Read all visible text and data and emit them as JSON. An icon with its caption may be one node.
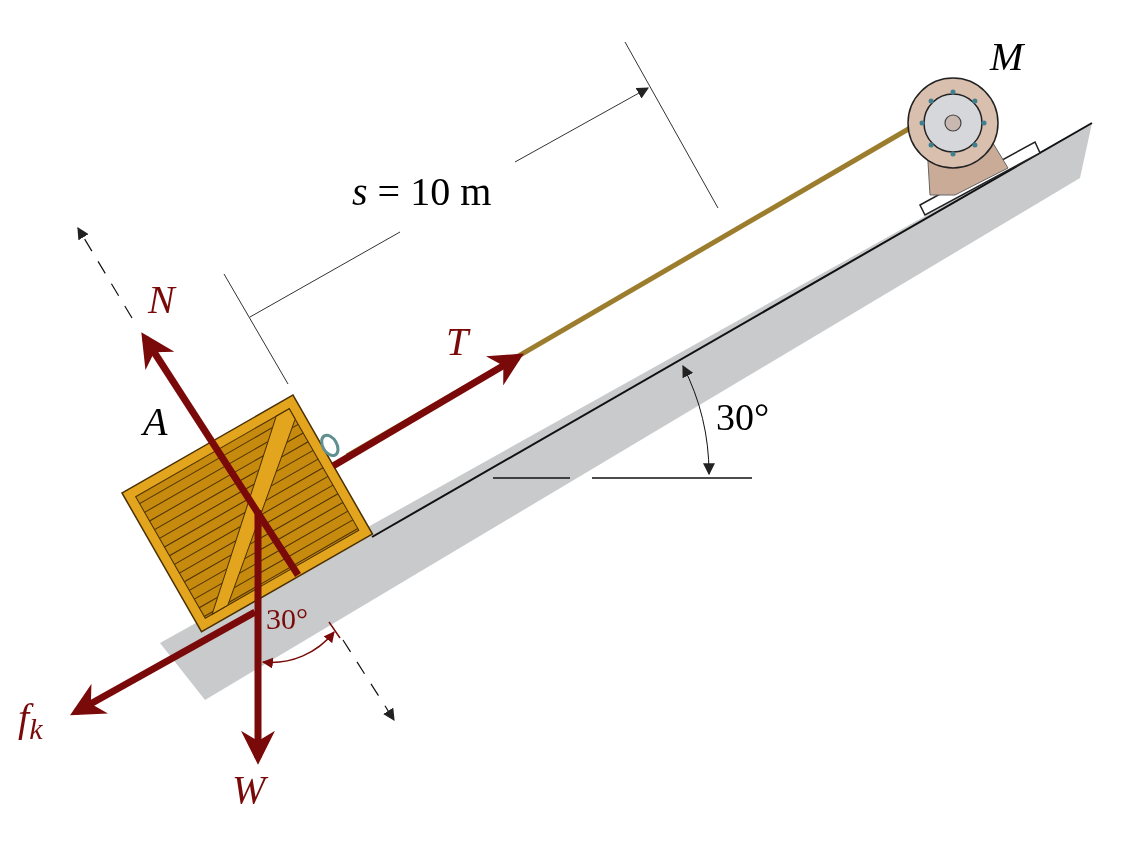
{
  "diagram": {
    "nodes": [
      {
        "text": [
          "A"
        ]
      },
      {
        "text": [
          "M"
        ]
      }
    ],
    "edges": [
      {
        "from": 0,
        "to": 1,
        "arrow": "none"
      }
    ],
    "labels": [
      "*s* = 10 m",
      "N",
      "T",
      "30°",
      "30°",
      "f$_{k}$",
      "W"
    ]
  }
}
